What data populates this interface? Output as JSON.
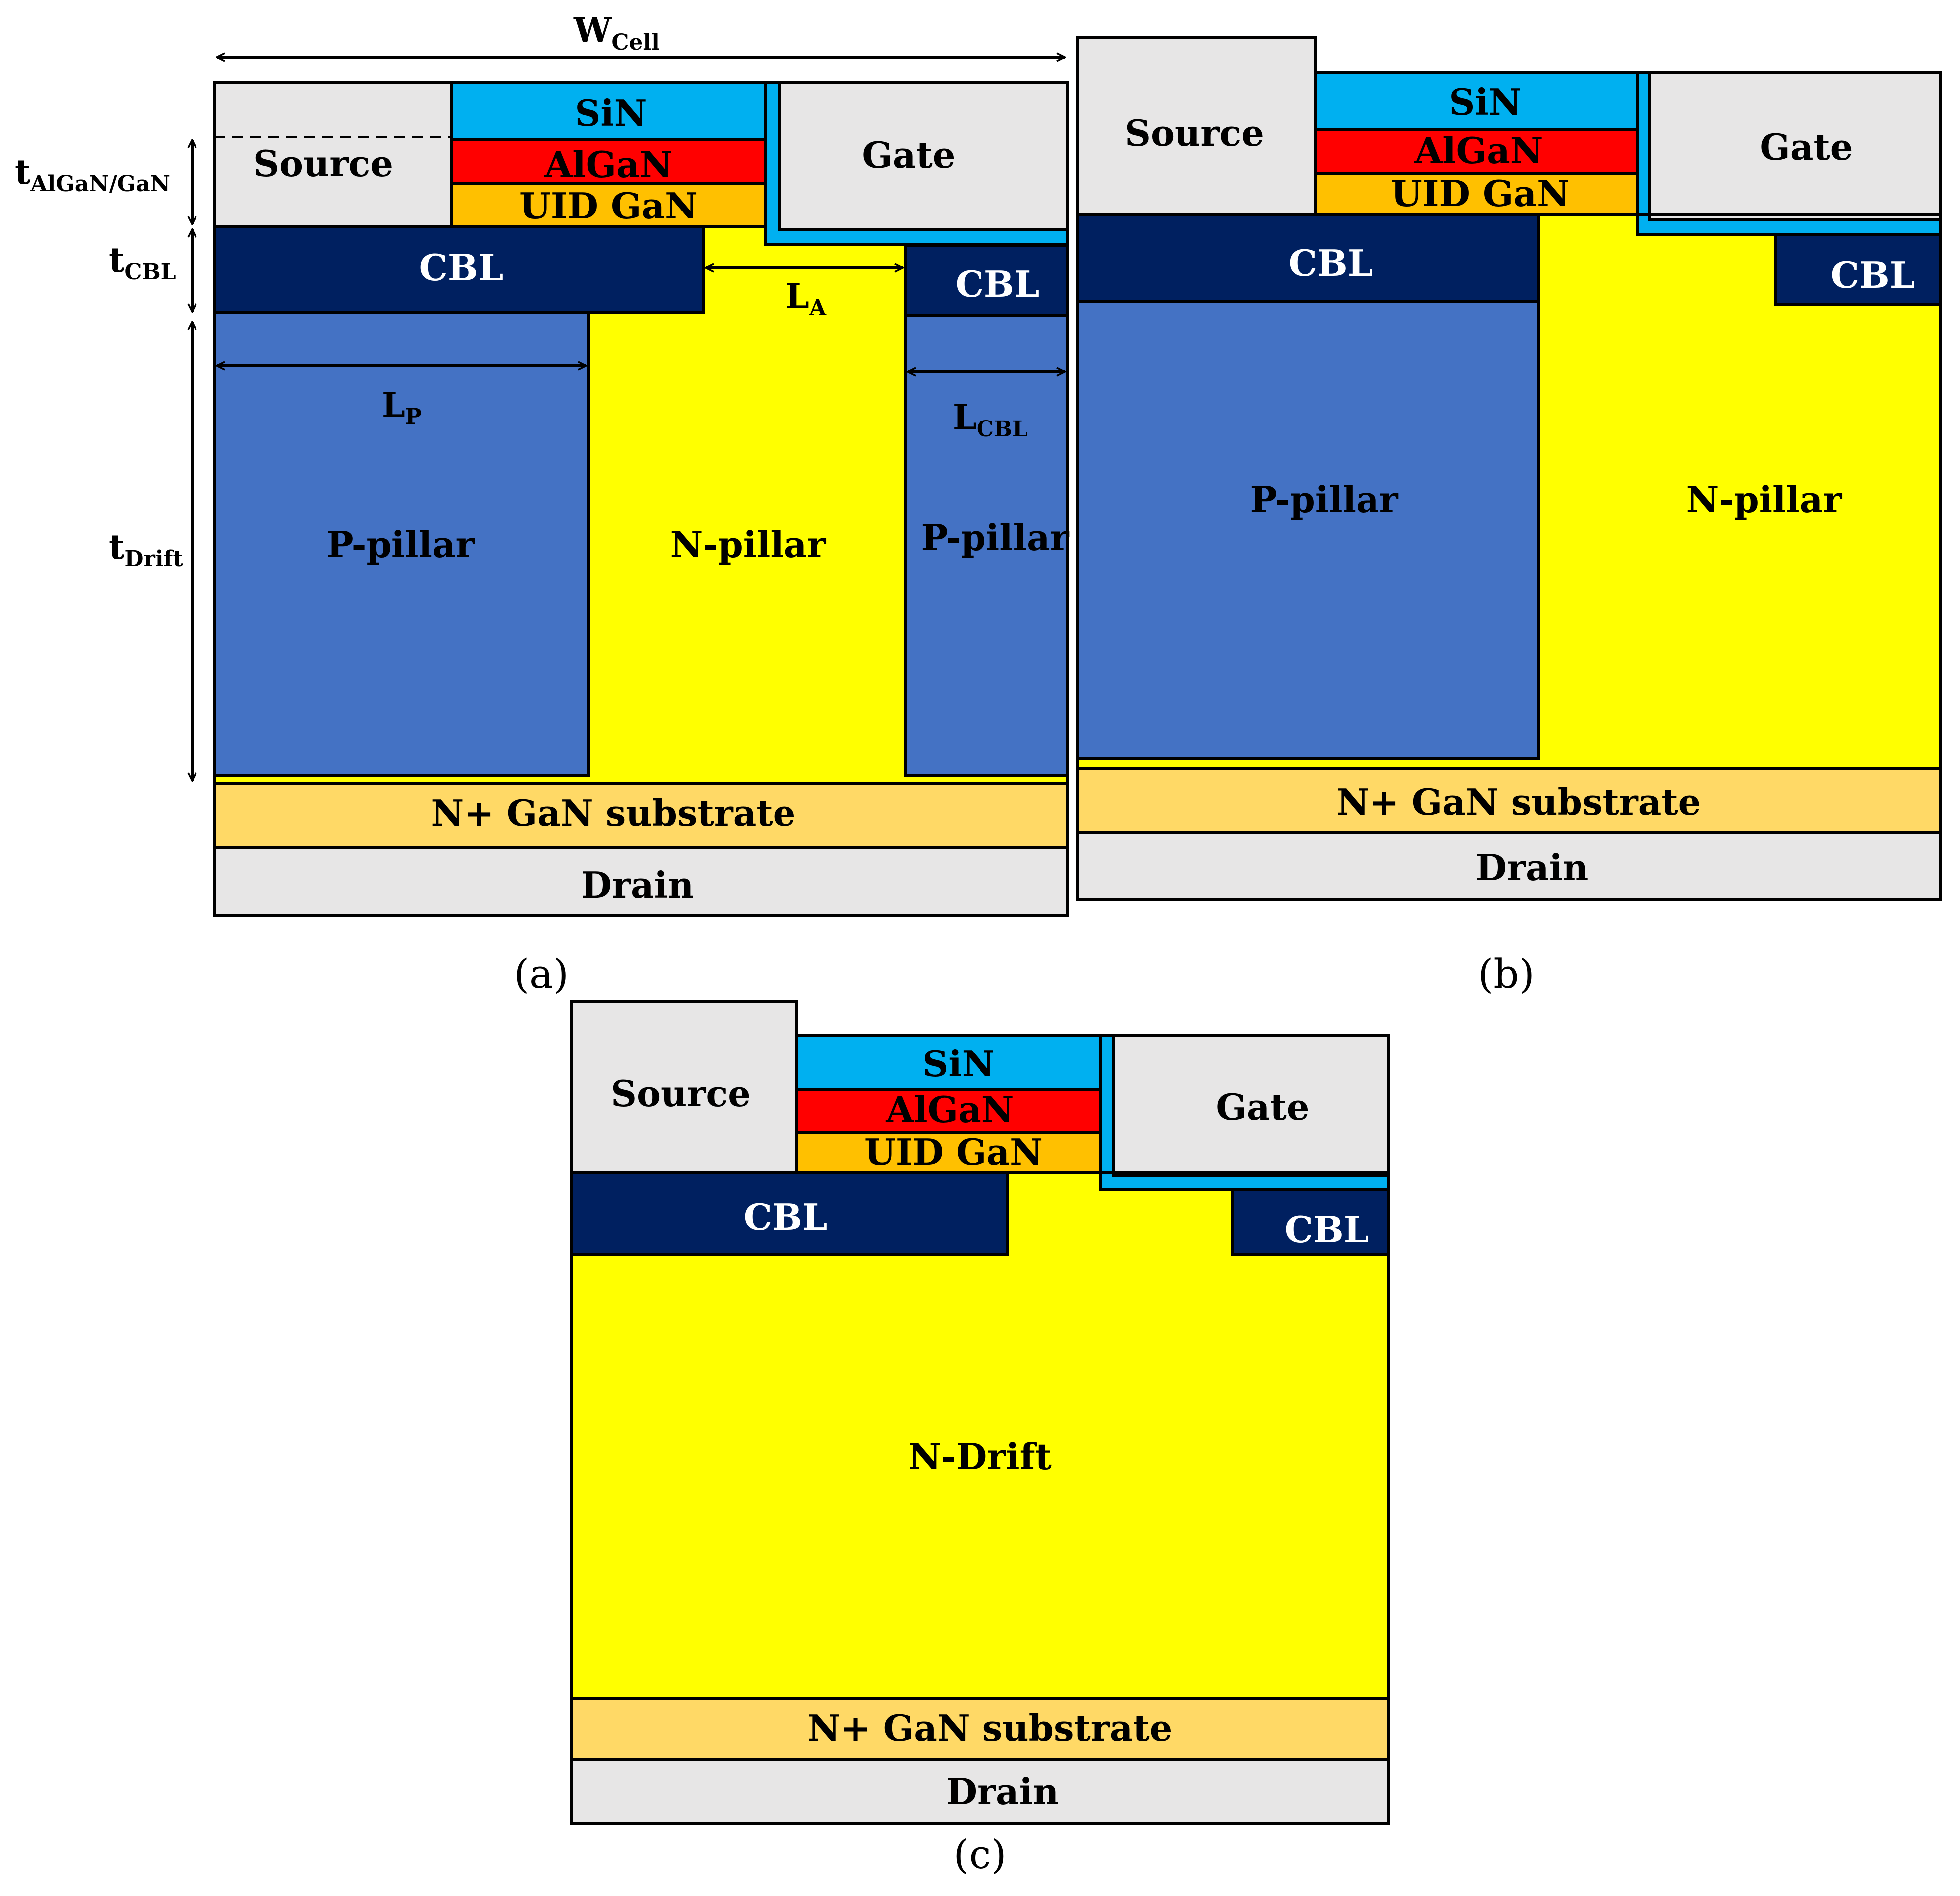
{
  "colors": {
    "metal": "#E7E6E6",
    "sin": "#00B0F0",
    "algan": "#FF0000",
    "uid_gan": "#FFC000",
    "cbl": "#002060",
    "p_pillar": "#4472C4",
    "n_region": "#FFFF00",
    "substrate": "#FFD966",
    "outline": "#000000"
  },
  "labels": {
    "source": "Source",
    "gate": "Gate",
    "sin": "SiN",
    "algan": "AlGaN",
    "uid_gan": "UID GaN",
    "cbl": "CBL",
    "p_pillar": "P-pillar",
    "n_pillar": "N-pillar",
    "n_drift": "N-Drift",
    "substrate": "N+ GaN substrate",
    "drain": "Drain"
  },
  "dimensions": {
    "w_cell": {
      "main": "W",
      "sub": "Cell"
    },
    "t_algan_gan": {
      "main": "t",
      "sub": "AlGaN/GaN"
    },
    "t_cbl": {
      "main": "t",
      "sub": "CBL"
    },
    "t_drift": {
      "main": "t",
      "sub": "Drift"
    },
    "l_a": {
      "main": "L",
      "sub": "A"
    },
    "l_p": {
      "main": "L",
      "sub": "P"
    },
    "l_cbl": {
      "main": "L",
      "sub": "CBL"
    }
  },
  "captions": {
    "a": "(a)",
    "b": "(b)",
    "c": "(c)"
  }
}
